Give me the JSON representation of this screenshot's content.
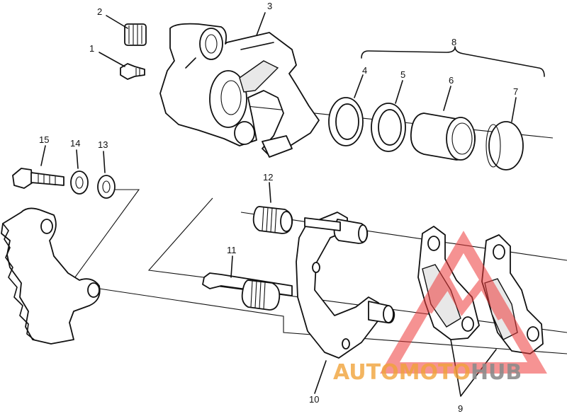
{
  "callouts": {
    "c1": "1",
    "c2": "2",
    "c3": "3",
    "c4": "4",
    "c5": "5",
    "c6": "6",
    "c7": "7",
    "c8": "8",
    "c9": "9",
    "c10": "10",
    "c11": "11",
    "c12": "12",
    "c13": "13",
    "c14": "14",
    "c15": "15"
  },
  "watermark": {
    "part1": "AUTOMOTO",
    "part2": "HUB",
    "color_primary": "#f0a33a",
    "color_secondary": "#8c8c8c",
    "logo_color": "#ee3a3a"
  }
}
